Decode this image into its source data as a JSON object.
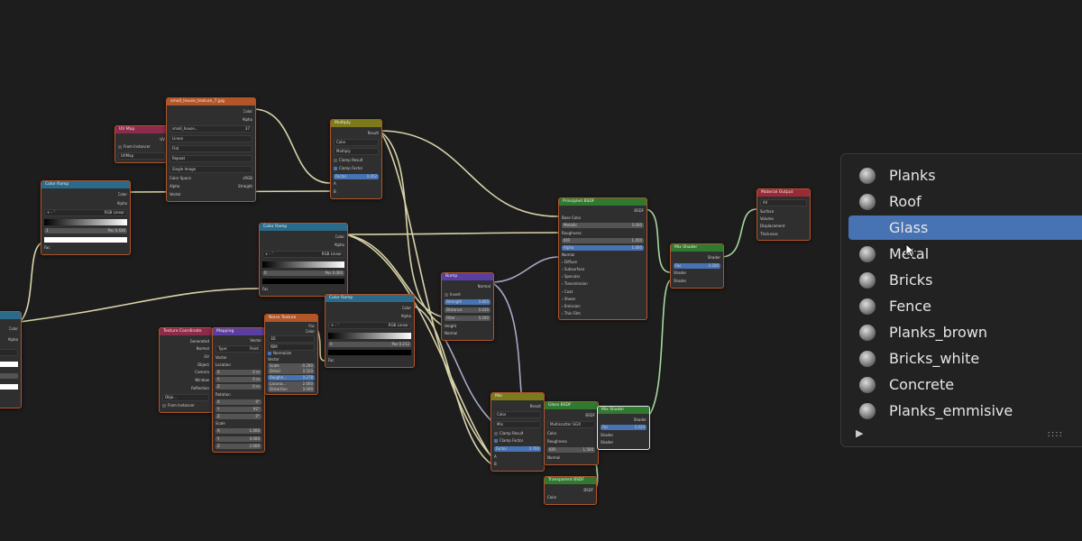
{
  "colors": {
    "texture": "#b2562a",
    "input": "#8e2a4a",
    "converter": "#2a6a8a",
    "color": "#7d7a1c",
    "shader": "#2f7a2f",
    "vector": "#5a3fa0",
    "output": "#9a2a38",
    "selected": "#4772b3"
  },
  "nodes": [
    {
      "id": "uvmap",
      "title": "UV Map",
      "cat": "input",
      "rows": [
        {
          "t": "out",
          "l": "UV"
        },
        {
          "t": "check",
          "l": "From Instancer"
        },
        {
          "t": "select",
          "l": "UVMap"
        }
      ]
    },
    {
      "id": "imgtex",
      "title": "small_house_texture_7.jpg",
      "cat": "texture",
      "rows": [
        {
          "t": "out",
          "l": "Color"
        },
        {
          "t": "out",
          "l": "Alpha"
        },
        {
          "t": "select",
          "l": "small_house...",
          "v": "37"
        },
        {
          "t": "select",
          "l": "Linear"
        },
        {
          "t": "select",
          "l": "Flat"
        },
        {
          "t": "select",
          "l": "Repeat"
        },
        {
          "t": "select",
          "l": "Single Image"
        },
        {
          "t": "in",
          "l": "Color Space",
          "v": "sRGB"
        },
        {
          "t": "in",
          "l": "Alpha",
          "v": "Straight"
        },
        {
          "t": "in",
          "l": "Vector"
        }
      ]
    },
    {
      "id": "multiply",
      "title": "Multiply",
      "cat": "color",
      "rows": [
        {
          "t": "out",
          "l": "Result"
        },
        {
          "t": "select",
          "l": "Color"
        },
        {
          "t": "select",
          "l": "Multiply"
        },
        {
          "t": "check",
          "l": "Clamp Result"
        },
        {
          "t": "check",
          "on": true,
          "l": "Clamp Factor"
        },
        {
          "t": "field",
          "hl": true,
          "l": "Factor",
          "v": "0.402"
        },
        {
          "t": "in",
          "l": "A"
        },
        {
          "t": "in",
          "l": "B"
        }
      ]
    },
    {
      "id": "ramp1",
      "title": "Color Ramp",
      "cat": "converter",
      "rows": [
        {
          "t": "out",
          "l": "Color"
        },
        {
          "t": "out",
          "l": "Alpha"
        },
        {
          "t": "select",
          "l": "+  -  ˅",
          "v": "RGB   Linear"
        },
        {
          "t": "ramp"
        },
        {
          "t": "field",
          "l": "1",
          "v": "Pos   0.436"
        },
        {
          "t": "swatch"
        },
        {
          "t": "in",
          "l": "Fac"
        }
      ]
    },
    {
      "id": "ramp2",
      "title": "Color Ramp",
      "cat": "converter",
      "rows": [
        {
          "t": "out",
          "l": "Color"
        },
        {
          "t": "out",
          "l": "Alpha"
        },
        {
          "t": "select",
          "l": "+  -  ˅",
          "v": "RGB   Linear"
        },
        {
          "t": "ramp"
        },
        {
          "t": "field",
          "l": "0",
          "v": "Pos   0.000"
        },
        {
          "t": "dark"
        },
        {
          "t": "in",
          "l": "Fac"
        }
      ]
    },
    {
      "id": "ramp3",
      "title": "Color Ramp",
      "cat": "converter",
      "rows": [
        {
          "t": "out",
          "l": "Color"
        },
        {
          "t": "out",
          "l": "Alpha"
        },
        {
          "t": "select",
          "l": "+  -  ˅",
          "v": "RGB   Linear"
        },
        {
          "t": "ramp"
        },
        {
          "t": "field",
          "l": "0",
          "v": "Pos   0.212"
        },
        {
          "t": "dark"
        },
        {
          "t": "in",
          "l": "Fac"
        }
      ]
    },
    {
      "id": "principled",
      "title": "Principled BSDF",
      "cat": "shader",
      "rows": [
        {
          "t": "out",
          "l": "BSDF"
        },
        {
          "t": "in",
          "l": "Base Color"
        },
        {
          "t": "field",
          "l": "Metallic",
          "v": "0.000"
        },
        {
          "t": "in",
          "l": "Roughness"
        },
        {
          "t": "field",
          "l": "IOR",
          "v": "1.450"
        },
        {
          "t": "field",
          "hl": true,
          "l": "Alpha",
          "v": "1.000"
        },
        {
          "t": "in",
          "l": "Normal"
        },
        {
          "t": "in",
          "l": "› Diffuse"
        },
        {
          "t": "in",
          "l": "› Subsurface"
        },
        {
          "t": "in",
          "l": "› Specular"
        },
        {
          "t": "in",
          "l": "› Transmission"
        },
        {
          "t": "in",
          "l": "› Coat"
        },
        {
          "t": "in",
          "l": "› Sheen"
        },
        {
          "t": "in",
          "l": "› Emission"
        },
        {
          "t": "in",
          "l": "› Thin Film"
        }
      ]
    },
    {
      "id": "mixshader1",
      "title": "Mix Shader",
      "cat": "shader",
      "rows": [
        {
          "t": "out",
          "l": "Shader"
        },
        {
          "t": "field",
          "hl": true,
          "l": "Fac",
          "v": "0.200"
        },
        {
          "t": "in",
          "l": "Shader"
        },
        {
          "t": "in",
          "l": "Shader"
        }
      ]
    },
    {
      "id": "matout",
      "title": "Material Output",
      "cat": "output",
      "rows": [
        {
          "t": "select",
          "l": "All"
        },
        {
          "t": "in",
          "l": "Surface"
        },
        {
          "t": "in",
          "l": "Volume"
        },
        {
          "t": "in",
          "l": "Displacement"
        },
        {
          "t": "in",
          "l": "Thickness"
        }
      ]
    },
    {
      "id": "bump",
      "title": "Bump",
      "cat": "vector",
      "rows": [
        {
          "t": "out",
          "l": "Normal"
        },
        {
          "t": "check",
          "l": "Invert"
        },
        {
          "t": "field",
          "hl": true,
          "l": "Strength",
          "v": "0.405"
        },
        {
          "t": "field",
          "l": "Distance",
          "v": "0.430"
        },
        {
          "t": "field",
          "l": "Filter ...",
          "v": "0.200"
        },
        {
          "t": "in",
          "l": "Height"
        },
        {
          "t": "in",
          "l": "Normal"
        }
      ]
    },
    {
      "id": "texcoord",
      "title": "Texture Coordinate",
      "cat": "input",
      "rows": [
        {
          "t": "out",
          "l": "Generated"
        },
        {
          "t": "out",
          "l": "Normal"
        },
        {
          "t": "out",
          "l": "UV"
        },
        {
          "t": "out",
          "l": "Object"
        },
        {
          "t": "out",
          "l": "Camera"
        },
        {
          "t": "out",
          "l": "Window"
        },
        {
          "t": "out",
          "l": "Reflection"
        },
        {
          "t": "select",
          "l": "Obje..."
        },
        {
          "t": "check",
          "l": "From Instancer"
        }
      ]
    },
    {
      "id": "mapping",
      "title": "Mapping",
      "cat": "vector",
      "rows": [
        {
          "t": "out",
          "l": "Vector"
        },
        {
          "t": "select",
          "l": "Type:",
          "v": "Point"
        },
        {
          "t": "in",
          "l": "Vector"
        },
        {
          "t": "in",
          "l": "Location"
        },
        {
          "t": "field",
          "l": "X",
          "v": "0 m"
        },
        {
          "t": "field",
          "l": "Y",
          "v": "0 m"
        },
        {
          "t": "field",
          "l": "Z",
          "v": "0 m"
        },
        {
          "t": "in",
          "l": "Rotation"
        },
        {
          "t": "field",
          "l": "X",
          "v": "0°"
        },
        {
          "t": "field",
          "l": "Y",
          "v": "92°"
        },
        {
          "t": "field",
          "l": "Z",
          "v": "0°"
        },
        {
          "t": "in",
          "l": "Scale"
        },
        {
          "t": "field",
          "l": "X",
          "v": "1.000"
        },
        {
          "t": "field",
          "l": "Y",
          "v": "4.000"
        },
        {
          "t": "field",
          "l": "Z",
          "v": "2.000"
        }
      ]
    },
    {
      "id": "noise",
      "title": "Noise Texture",
      "cat": "texture",
      "rows": [
        {
          "t": "out",
          "l": "Fac"
        },
        {
          "t": "out",
          "l": "Color"
        },
        {
          "t": "select",
          "l": "3D"
        },
        {
          "t": "select",
          "l": "fBM"
        },
        {
          "t": "check",
          "on": true,
          "l": "Normalize"
        },
        {
          "t": "in",
          "l": "Vector"
        },
        {
          "t": "field",
          "l": "Scale",
          "v": "-0.290"
        },
        {
          "t": "field",
          "l": "Detail",
          "v": "0.520"
        },
        {
          "t": "field",
          "hl": true,
          "l": "Roughn...",
          "v": "0.278"
        },
        {
          "t": "field",
          "l": "Lacuna...",
          "v": "2.000"
        },
        {
          "t": "field",
          "l": "Distortion",
          "v": "0.000"
        }
      ]
    },
    {
      "id": "mix2",
      "title": "Mix",
      "cat": "color",
      "rows": [
        {
          "t": "out",
          "l": "Result"
        },
        {
          "t": "select",
          "l": "Color"
        },
        {
          "t": "select",
          "l": "Mix"
        },
        {
          "t": "check",
          "l": "Clamp Result"
        },
        {
          "t": "check",
          "on": true,
          "l": "Clamp Factor"
        },
        {
          "t": "field",
          "hl": true,
          "l": "Factor",
          "v": "0.700"
        },
        {
          "t": "in",
          "l": "A"
        },
        {
          "t": "in",
          "l": "B"
        }
      ]
    },
    {
      "id": "glass",
      "title": "Glass BSDF",
      "cat": "shader",
      "rows": [
        {
          "t": "out",
          "l": "BSDF"
        },
        {
          "t": "select",
          "l": "Multiscatter GGX"
        },
        {
          "t": "in",
          "l": "Color"
        },
        {
          "t": "in",
          "l": "Roughness"
        },
        {
          "t": "field",
          "l": "IOR",
          "v": "1.500"
        },
        {
          "t": "in",
          "l": "Normal"
        }
      ]
    },
    {
      "id": "mixshader2",
      "title": "Mix Shader",
      "cat": "shader",
      "rows": [
        {
          "t": "out",
          "l": "Shader"
        },
        {
          "t": "field",
          "hl": true,
          "l": "Fac",
          "v": "0.430"
        },
        {
          "t": "in",
          "l": "Shader"
        },
        {
          "t": "in",
          "l": "Shader"
        }
      ]
    },
    {
      "id": "transparent",
      "title": "Transparent BSDF",
      "cat": "shader",
      "rows": [
        {
          "t": "out",
          "l": "BSDF"
        },
        {
          "t": "in",
          "l": "Color"
        }
      ]
    },
    {
      "id": "partial",
      "title": "",
      "cat": "converter",
      "rows": [
        {
          "t": "out",
          "l": "Color"
        },
        {
          "t": "out",
          "l": "Alpha"
        },
        {
          "t": "select",
          "l": ""
        },
        {
          "t": "swatch"
        },
        {
          "t": "field",
          "l": ""
        },
        {
          "t": "swatch"
        },
        {
          "t": "in",
          "l": ""
        }
      ]
    }
  ],
  "material_menu": {
    "items": [
      "Planks",
      "Roof",
      "Glass",
      "Metal",
      "Bricks",
      "Fence",
      "Planks_brown",
      "Bricks_white",
      "Concrete",
      "Planks_emmisive"
    ],
    "selected": "Glass",
    "expand_icon": "▶",
    "grip_icon": "::::"
  }
}
